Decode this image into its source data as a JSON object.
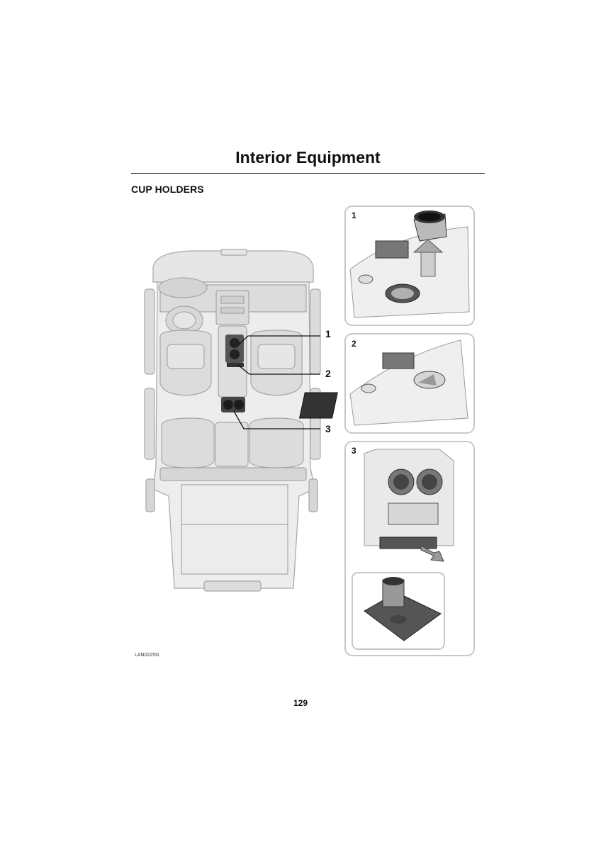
{
  "header": {
    "title": "Interior Equipment"
  },
  "section": {
    "heading": "CUP HOLDERS"
  },
  "figure": {
    "callouts": [
      "1",
      "2",
      "3"
    ],
    "panels": [
      "1",
      "2",
      "3"
    ],
    "code": "LAN0225G"
  },
  "footer": {
    "page_number": "129"
  },
  "colors": {
    "text": "#111111",
    "vehicle_fill": "#e6e6e6",
    "vehicle_stroke": "#a6a6a6",
    "panel_border": "#c8c8c8",
    "illustration_dark": "#3a3a3a"
  }
}
